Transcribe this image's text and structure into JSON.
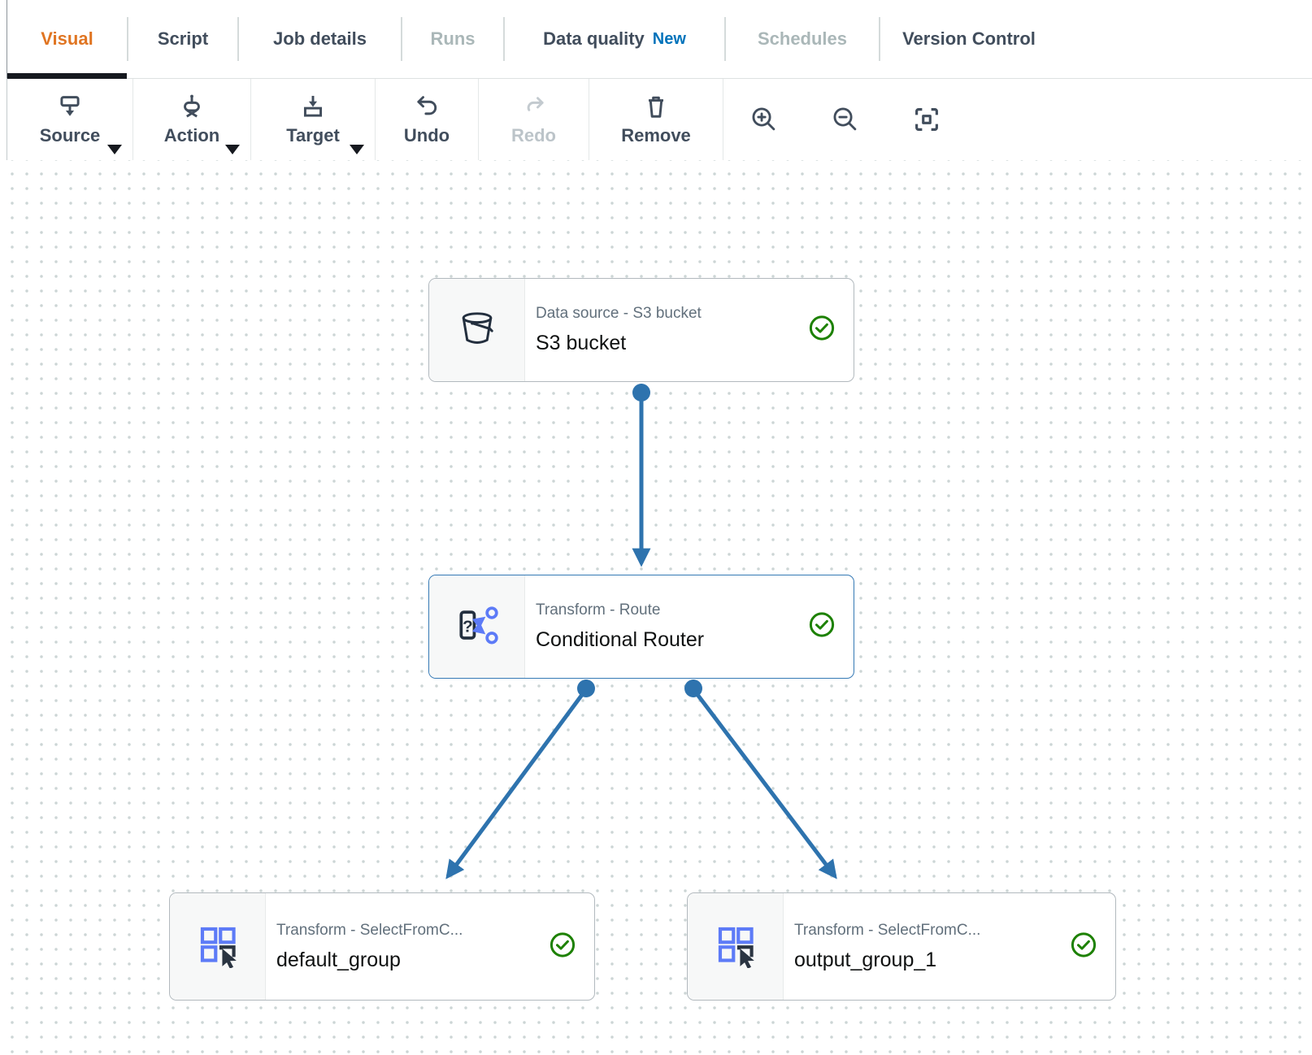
{
  "tabs": [
    {
      "label": "Visual"
    },
    {
      "label": "Script"
    },
    {
      "label": "Job details"
    },
    {
      "label": "Runs"
    },
    {
      "label": "Data quality",
      "badge": "New"
    },
    {
      "label": "Schedules"
    },
    {
      "label": "Version Control"
    }
  ],
  "toolbar": {
    "source": "Source",
    "action": "Action",
    "target": "Target",
    "undo": "Undo",
    "redo": "Redo",
    "remove": "Remove"
  },
  "nodes": {
    "s3": {
      "category": "Data source - S3 bucket",
      "name": "S3 bucket",
      "status": "valid"
    },
    "router": {
      "category": "Transform - Route",
      "name": "Conditional Router",
      "status": "valid"
    },
    "default_group": {
      "category": "Transform - SelectFromC...",
      "name": "default_group",
      "status": "valid"
    },
    "output_group_1": {
      "category": "Transform - SelectFromC...",
      "name": "output_group_1",
      "status": "valid"
    }
  },
  "colors": {
    "active_tab": "#e07522",
    "badge_new": "#0073bb",
    "edge_blue": "#2e73ae",
    "success_green": "#1d8102",
    "icon_blue": "#5d7bf7",
    "icon_dark": "#232f3e",
    "tab_indicator": "#16191f"
  }
}
